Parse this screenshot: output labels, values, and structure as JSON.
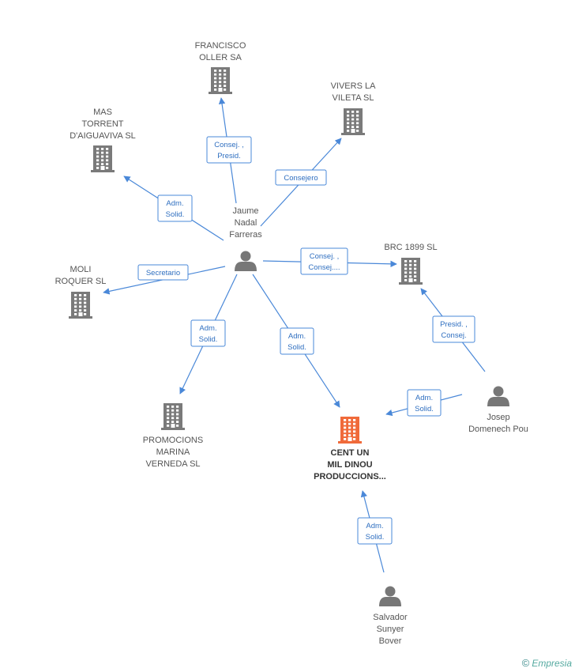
{
  "colors": {
    "company": "#7a7a7a",
    "company_main": "#f06a3a",
    "person": "#777777",
    "edge": "#4a88d8"
  },
  "nodes": [
    {
      "id": "francisco",
      "type": "company",
      "icon": "building-icon",
      "label": [
        "FRANCISCO",
        "OLLER SA"
      ]
    },
    {
      "id": "vivers",
      "type": "company",
      "icon": "building-icon",
      "label": [
        "VIVERS LA",
        "VILETA  SL"
      ]
    },
    {
      "id": "mas",
      "type": "company",
      "icon": "building-icon",
      "label": [
        "MAS",
        "TORRENT",
        "D'AIGUAVIVA SL"
      ]
    },
    {
      "id": "jaume",
      "type": "person",
      "icon": "person-icon",
      "label": [
        "Jaume",
        "Nadal",
        "Farreras"
      ]
    },
    {
      "id": "brc",
      "type": "company",
      "icon": "building-icon",
      "label": [
        "BRC 1899 SL"
      ]
    },
    {
      "id": "moli",
      "type": "company",
      "icon": "building-icon",
      "label": [
        "MOLI",
        "ROQUER SL"
      ]
    },
    {
      "id": "josep",
      "type": "person",
      "icon": "person-icon",
      "label": [
        "Josep",
        "Domenech Pou"
      ]
    },
    {
      "id": "promocions",
      "type": "company",
      "icon": "building-icon",
      "label": [
        "PROMOCIONS",
        "MARINA",
        "VERNEDA  SL"
      ]
    },
    {
      "id": "cent",
      "type": "company_main",
      "icon": "building-icon",
      "label": [
        "CENT UN",
        "MIL DINOU",
        "PRODUCCIONS..."
      ]
    },
    {
      "id": "salvador",
      "type": "person",
      "icon": "person-icon",
      "label": [
        "Salvador",
        "Sunyer",
        "Bover"
      ]
    }
  ],
  "edges": [
    {
      "id": "jaume-francisco",
      "label": [
        "Consej. ,",
        "Presid."
      ]
    },
    {
      "id": "jaume-vivers",
      "label": [
        "Consejero"
      ]
    },
    {
      "id": "jaume-mas",
      "label": [
        "Adm.",
        "Solid."
      ]
    },
    {
      "id": "jaume-brc",
      "label": [
        "Consej. ,",
        "Consej...."
      ]
    },
    {
      "id": "jaume-moli",
      "label": [
        "Secretario"
      ]
    },
    {
      "id": "jaume-promocions",
      "label": [
        "Adm.",
        "Solid."
      ]
    },
    {
      "id": "jaume-cent",
      "label": [
        "Adm.",
        "Solid."
      ]
    },
    {
      "id": "josep-brc",
      "label": [
        "Presid. ,",
        "Consej."
      ]
    },
    {
      "id": "josep-cent",
      "label": [
        "Adm.",
        "Solid."
      ]
    },
    {
      "id": "salvador-cent",
      "label": [
        "Adm.",
        "Solid."
      ]
    }
  ],
  "footer": {
    "copyright": "©",
    "brand": "Empresia"
  }
}
